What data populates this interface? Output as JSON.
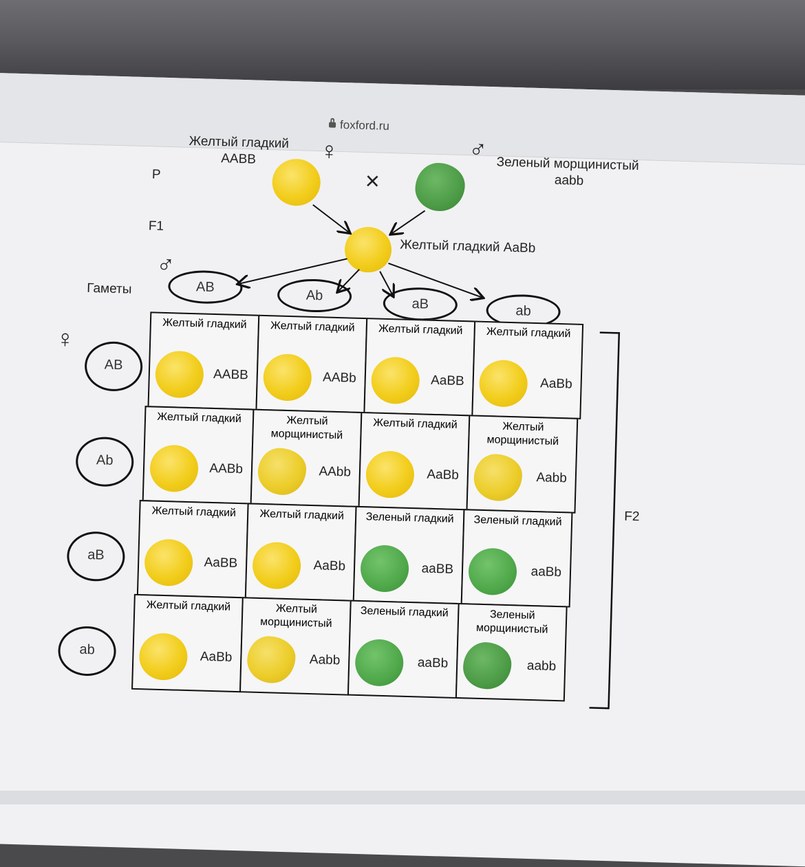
{
  "browser": {
    "url": "foxford.ru"
  },
  "parents": {
    "row_label": "P",
    "female": {
      "symbol": "♀",
      "phenotype": "Желтый гладкий",
      "genotype": "AABB"
    },
    "cross": "×",
    "male": {
      "symbol": "♂",
      "phenotype": "Зеленый морщинистый",
      "genotype": "aabb"
    }
  },
  "f1": {
    "row_label": "F1",
    "description": "Желтый гладкий AaBb"
  },
  "gametes": {
    "label": "Гаметы",
    "male_symbol": "♂",
    "female_symbol": "♀",
    "list": [
      "AB",
      "Ab",
      "aB",
      "ab"
    ]
  },
  "f2": {
    "label": "F2",
    "rows": [
      [
        {
          "phenotype": "Желтый гладкий",
          "genotype": "AABB",
          "color": "yellow",
          "wrinkled": false
        },
        {
          "phenotype": "Желтый гладкий",
          "genotype": "AABb",
          "color": "yellow",
          "wrinkled": false
        },
        {
          "phenotype": "Желтый гладкий",
          "genotype": "AaBB",
          "color": "yellow",
          "wrinkled": false
        },
        {
          "phenotype": "Желтый гладкий",
          "genotype": "AaBb",
          "color": "yellow",
          "wrinkled": false
        }
      ],
      [
        {
          "phenotype": "Желтый гладкий",
          "genotype": "AABb",
          "color": "yellow",
          "wrinkled": false
        },
        {
          "phenotype": "Желтый морщинистый",
          "genotype": "AAbb",
          "color": "yellow",
          "wrinkled": true
        },
        {
          "phenotype": "Желтый гладкий",
          "genotype": "AaBb",
          "color": "yellow",
          "wrinkled": false
        },
        {
          "phenotype": "Желтый морщинистый",
          "genotype": "Aabb",
          "color": "yellow",
          "wrinkled": true
        }
      ],
      [
        {
          "phenotype": "Желтый гладкий",
          "genotype": "AaBB",
          "color": "yellow",
          "wrinkled": false
        },
        {
          "phenotype": "Желтый гладкий",
          "genotype": "AaBb",
          "color": "yellow",
          "wrinkled": false
        },
        {
          "phenotype": "Зеленый гладкий",
          "genotype": "aaBB",
          "color": "green",
          "wrinkled": false
        },
        {
          "phenotype": "Зеленый гладкий",
          "genotype": "aaBb",
          "color": "green",
          "wrinkled": false
        }
      ],
      [
        {
          "phenotype": "Желтый гладкий",
          "genotype": "AaBb",
          "color": "yellow",
          "wrinkled": false
        },
        {
          "phenotype": "Желтый морщинистый",
          "genotype": "Aabb",
          "color": "yellow",
          "wrinkled": true
        },
        {
          "phenotype": "Зеленый гладкий",
          "genotype": "aaBb",
          "color": "green",
          "wrinkled": false
        },
        {
          "phenotype": "Зеленый морщинистый",
          "genotype": "aabb",
          "color": "green",
          "wrinkled": true
        }
      ]
    ]
  },
  "colors": {
    "yellow": "#f2cd1b",
    "green": "#4fa84a",
    "line": "#111111"
  }
}
